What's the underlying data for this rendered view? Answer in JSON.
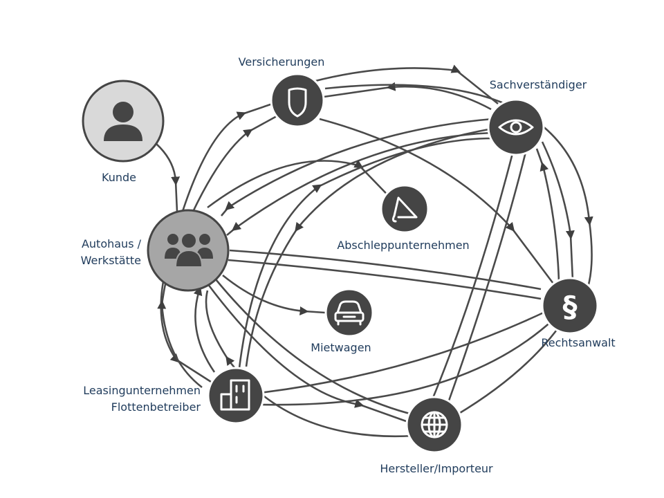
{
  "nodes": {
    "kunde": {
      "label_lines": [
        "Kunde"
      ],
      "icon": "person-icon"
    },
    "autohaus": {
      "label_lines": [
        "Autohaus /",
        "Werkstätte"
      ],
      "icon": "people-group-icon"
    },
    "versicherungen": {
      "label_lines": [
        "Versicherungen"
      ],
      "icon": "shield-icon"
    },
    "sachverstaendiger": {
      "label_lines": [
        "Sachverständiger"
      ],
      "icon": "eye-icon"
    },
    "abschlepp": {
      "label_lines": [
        "Abschleppunternehmen"
      ],
      "icon": "tow-hook-icon"
    },
    "rechtsanwalt": {
      "label_lines": [
        "Rechtsanwalt"
      ],
      "icon": "paragraph-icon"
    },
    "mietwagen": {
      "label_lines": [
        "Mietwagen"
      ],
      "icon": "car-icon"
    },
    "leasing": {
      "label_lines": [
        "Leasingunternehmen",
        "Flottenbetreiber"
      ],
      "icon": "building-icon"
    },
    "hersteller": {
      "label_lines": [
        "Hersteller/Importeur"
      ],
      "icon": "globe-icon"
    }
  },
  "colors": {
    "node_dark": "#454545",
    "node_grey": "#a6a6a6",
    "node_light": "#d9d9d9",
    "edge": "#4a4a4a",
    "label": "#1f3b5b"
  }
}
